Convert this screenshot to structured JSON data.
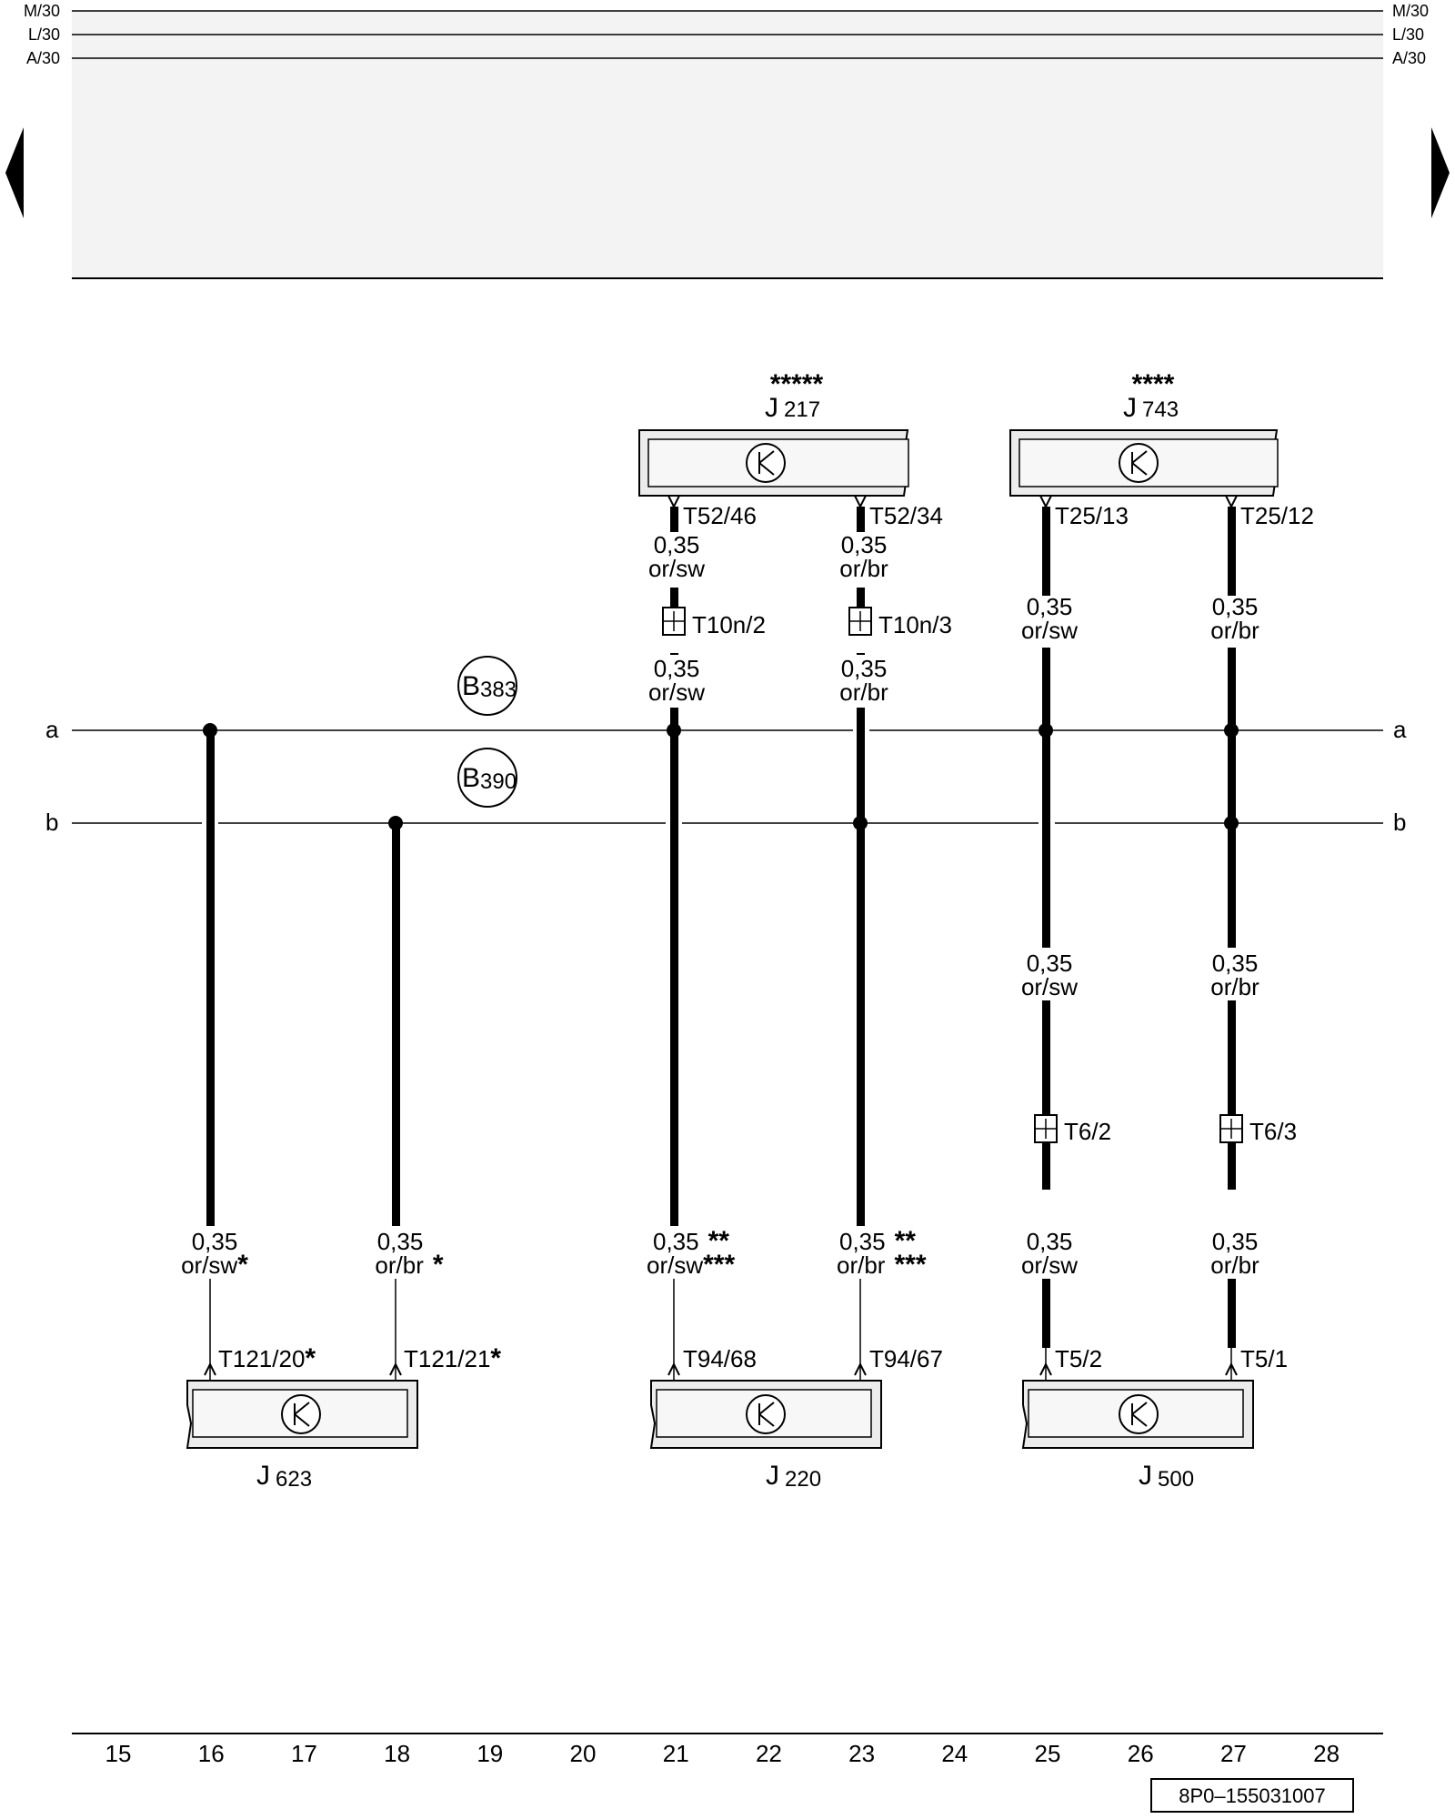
{
  "rails": {
    "m30": "M/30",
    "l30": "L/30",
    "a30": "A/30"
  },
  "buses": {
    "a": "a",
    "b": "b",
    "b383": {
      "prefix": "B",
      "sub": "383"
    },
    "b390": {
      "prefix": "B",
      "sub": "390"
    }
  },
  "nav": {
    "prev_icon": "triangle-left-icon",
    "next_icon": "triangle-right-icon"
  },
  "units": {
    "j217": {
      "prefix": "J",
      "sub": "217",
      "stars": "*****"
    },
    "j743": {
      "prefix": "J",
      "sub": "743",
      "stars": "****"
    },
    "j623": {
      "prefix": "J",
      "sub": "623"
    },
    "j220": {
      "prefix": "J",
      "sub": "220"
    },
    "j500": {
      "prefix": "J",
      "sub": "500"
    },
    "icon": "transistor-icon"
  },
  "connectors": {
    "t52_46": "T52/46",
    "t52_34": "T52/34",
    "t25_13": "T25/13",
    "t25_12": "T25/12",
    "t10n_2": "T10n/2",
    "t10n_3": "T10n/3",
    "t6_2": "T6/2",
    "t6_3": "T6/3",
    "t121_20": "T121/20",
    "t121_21": "T121/21",
    "t94_68": "T94/68",
    "t94_67": "T94/67",
    "t5_2": "T5/2",
    "t5_1": "T5/1"
  },
  "wire": {
    "size": "0,35",
    "or_sw": "or/sw",
    "or_br": "or/br",
    "star1": "*",
    "star2": "**",
    "star3": "***"
  },
  "columns": [
    "15",
    "16",
    "17",
    "18",
    "19",
    "20",
    "21",
    "22",
    "23",
    "24",
    "25",
    "26",
    "27",
    "28"
  ],
  "reference_code": "8P0–155031007"
}
